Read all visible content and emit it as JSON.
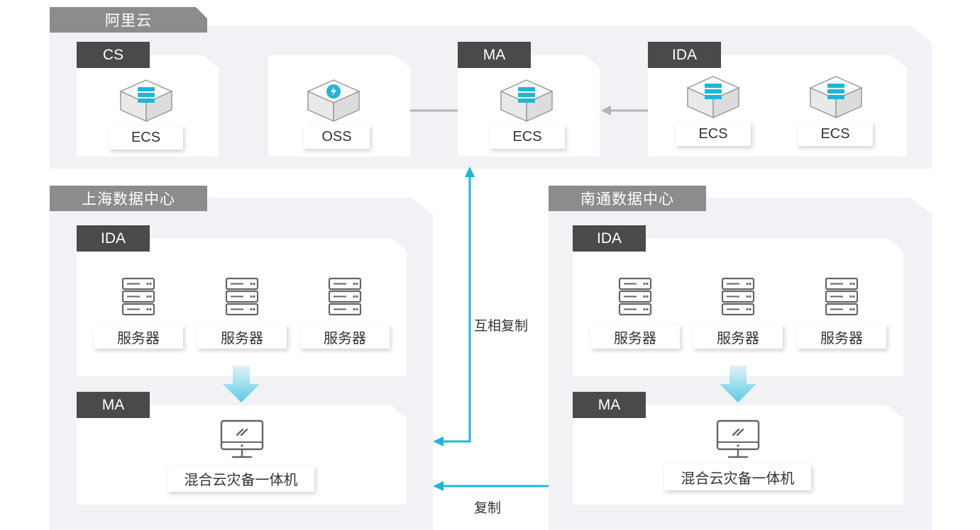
{
  "aliyun": {
    "title": "阿里云",
    "cs": {
      "tab": "CS",
      "ecs_label": "ECS"
    },
    "oss": {
      "label": "OSS"
    },
    "ma": {
      "tab": "MA",
      "ecs_label": "ECS"
    },
    "ida": {
      "tab": "IDA",
      "ecs1_label": "ECS",
      "ecs2_label": "ECS"
    }
  },
  "shanghai": {
    "title": "上海数据中心",
    "ida": {
      "tab": "IDA",
      "servers": [
        "服务器",
        "服务器",
        "服务器"
      ]
    },
    "ma": {
      "tab": "MA",
      "device_label": "混合云灾备一体机"
    }
  },
  "nantong": {
    "title": "南通数据中心",
    "ida": {
      "tab": "IDA",
      "servers": [
        "服务器",
        "服务器",
        "服务器"
      ]
    },
    "ma": {
      "tab": "MA",
      "device_label": "混合云灾备一体机"
    }
  },
  "links": {
    "mutual_replication": "互相复制",
    "replication": "复制"
  },
  "colors": {
    "accent": "#1fb6d6",
    "tab_dark": "#4a4a4a",
    "tab_gray": "#8c8c8c",
    "region_bg": "#f0f2f5"
  }
}
